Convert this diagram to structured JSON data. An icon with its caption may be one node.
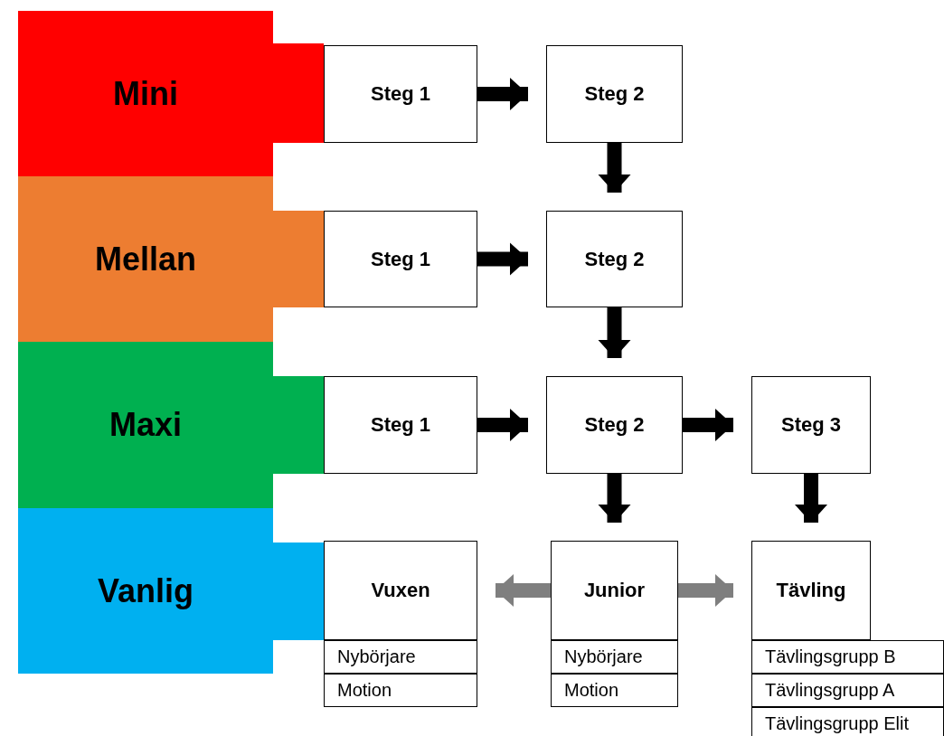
{
  "diagram": {
    "nodes": [
      {
        "text": [
          "Mini"
        ]
      },
      {
        "text": [
          "Steg 1"
        ]
      },
      {
        "text": [
          "Steg 2"
        ]
      },
      {
        "text": [
          "Mellan"
        ]
      },
      {
        "text": [
          "Steg 1"
        ]
      },
      {
        "text": [
          "Steg 2"
        ]
      },
      {
        "text": [
          "Maxi"
        ]
      },
      {
        "text": [
          "Steg 1"
        ]
      },
      {
        "text": [
          "Steg 2"
        ]
      },
      {
        "text": [
          "Steg 3"
        ]
      },
      {
        "text": [
          "Vanlig"
        ]
      },
      {
        "text": [
          "Vuxen"
        ]
      },
      {
        "text": [
          "Junior"
        ]
      },
      {
        "text": [
          "Tävling"
        ]
      },
      {
        "text": [
          "Nybörjare"
        ]
      },
      {
        "text": [
          "Motion"
        ]
      },
      {
        "text": [
          "Nybörjare"
        ]
      },
      {
        "text": [
          "Motion"
        ]
      },
      {
        "text": [
          "Tävlingsgrupp B"
        ]
      },
      {
        "text": [
          "Tävlingsgrupp A"
        ]
      },
      {
        "text": [
          "Tävlingsgrupp Elit"
        ]
      }
    ],
    "edges": [
      {
        "from": 1,
        "to": 2,
        "arrow": "to"
      },
      {
        "from": 2,
        "to": 5,
        "arrow": "to"
      },
      {
        "from": 4,
        "to": 5,
        "arrow": "to"
      },
      {
        "from": 5,
        "to": 8,
        "arrow": "to"
      },
      {
        "from": 7,
        "to": 8,
        "arrow": "to"
      },
      {
        "from": 8,
        "to": 9,
        "arrow": "to"
      },
      {
        "from": 8,
        "to": 12,
        "arrow": "to"
      },
      {
        "from": 9,
        "to": 13,
        "arrow": "to"
      },
      {
        "from": 12,
        "to": 11,
        "arrow": "to",
        "color": "#7f7f7f"
      },
      {
        "from": 12,
        "to": 13,
        "arrow": "to",
        "color": "#7f7f7f"
      }
    ]
  }
}
